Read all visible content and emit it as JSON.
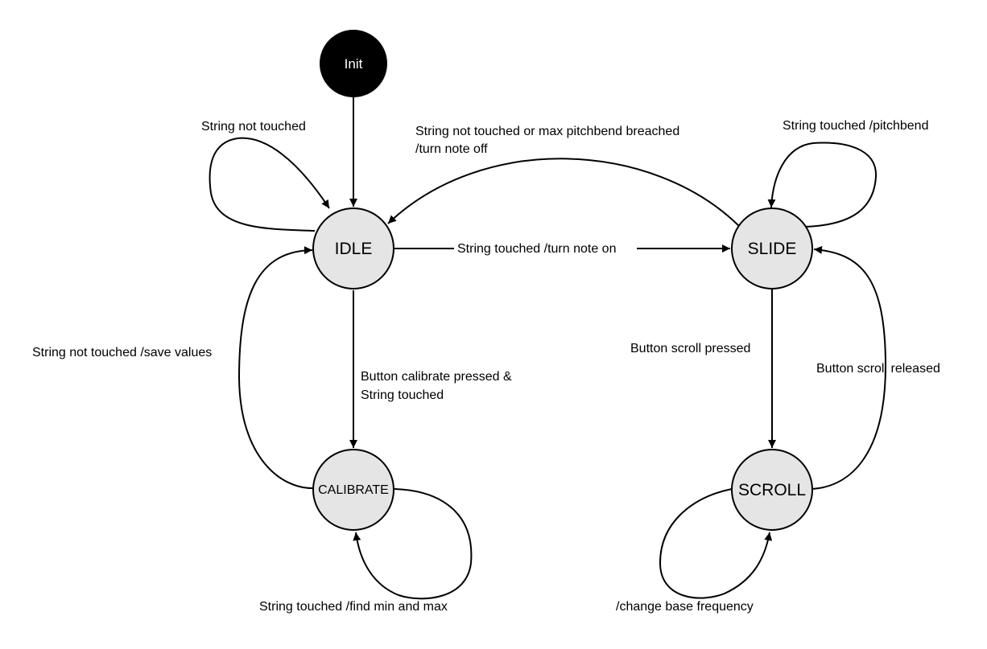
{
  "colors": {
    "state_fill": "#e5e5e5",
    "init_fill": "#000000",
    "stroke": "#000000",
    "background": "#ffffff"
  },
  "states": {
    "init": "Init",
    "idle": "IDLE",
    "slide": "SLIDE",
    "calibrate": "CALIBRATE",
    "scroll": "SCROLL"
  },
  "transitions": {
    "idle_self": "String not touched",
    "slide_to_idle_line1": "String not touched or max pitchbend breached",
    "slide_to_idle_line2": "/turn note off",
    "slide_self": "String touched /pitchbend",
    "idle_to_slide": "String touched /turn note on",
    "calibrate_to_idle": "String not touched /save values",
    "idle_to_calibrate_line1": "Button calibrate pressed &",
    "idle_to_calibrate_line2": "String touched",
    "slide_to_scroll": "Button scroll pressed",
    "scroll_to_slide": "Button scroll released",
    "calibrate_self": "String touched /find min and max",
    "scroll_self": "/change base frequency"
  }
}
